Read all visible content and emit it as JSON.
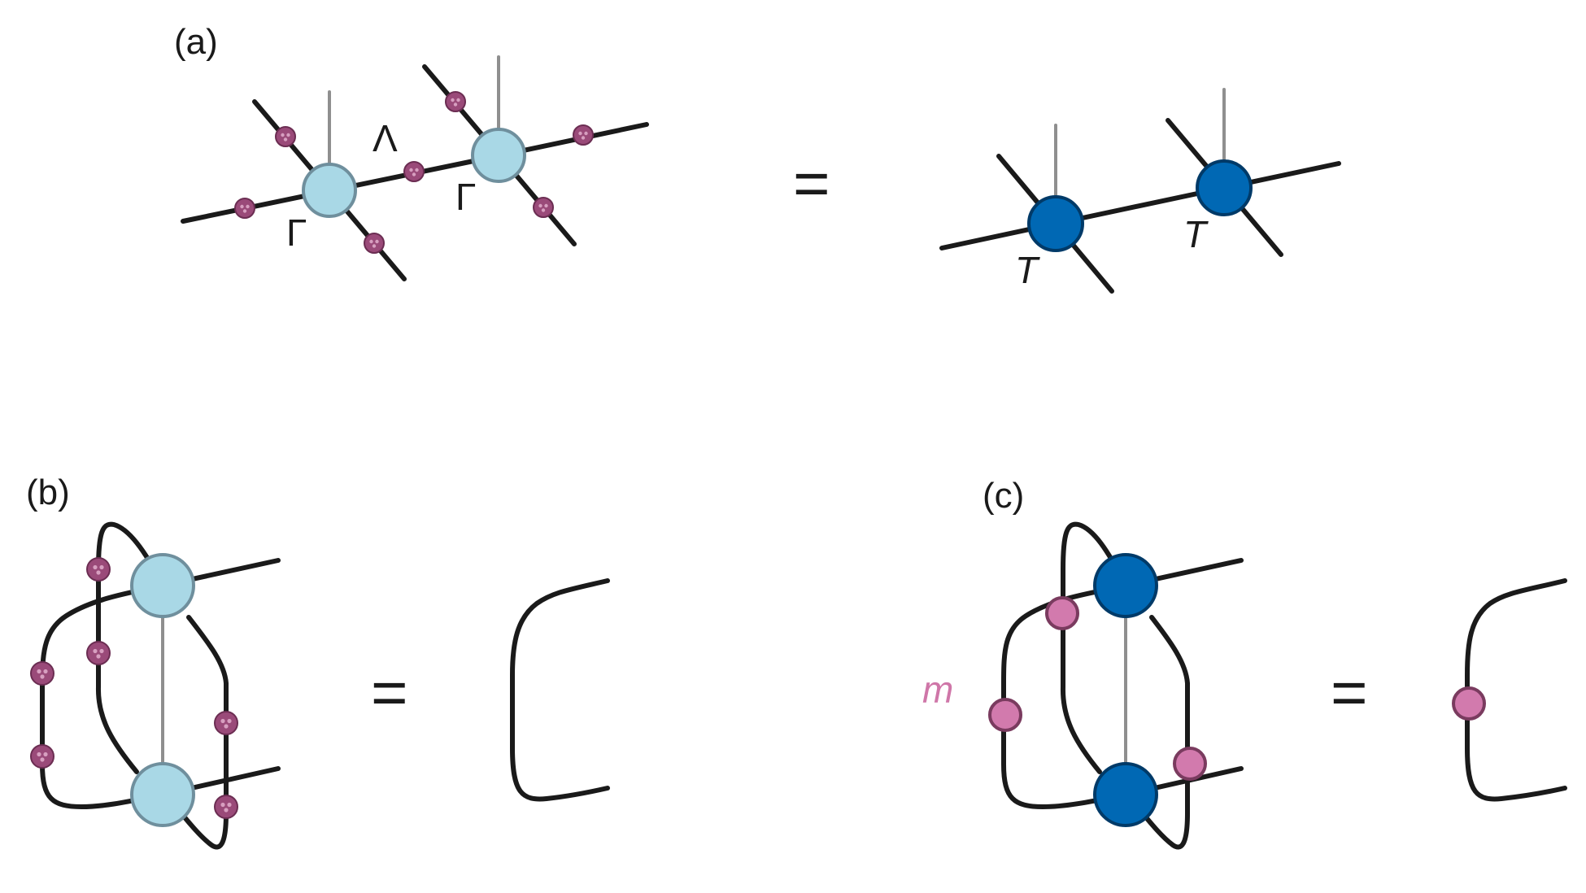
{
  "panels": {
    "a": {
      "label": "(a)"
    },
    "b": {
      "label": "(b)"
    },
    "c": {
      "label": "(c)"
    }
  },
  "symbols": {
    "gamma": "Γ",
    "lambda": "Λ",
    "tensor": "T",
    "operator": "m",
    "equals": "="
  },
  "colors": {
    "gamma_node_fill": "#a9d8e6",
    "tensor_node_fill": "#0068b4",
    "lambda_marker": "#9a4a79",
    "operator_node": "#d27aad",
    "wire": "#1a1a1a",
    "physical_leg": "#8f8f8f"
  }
}
